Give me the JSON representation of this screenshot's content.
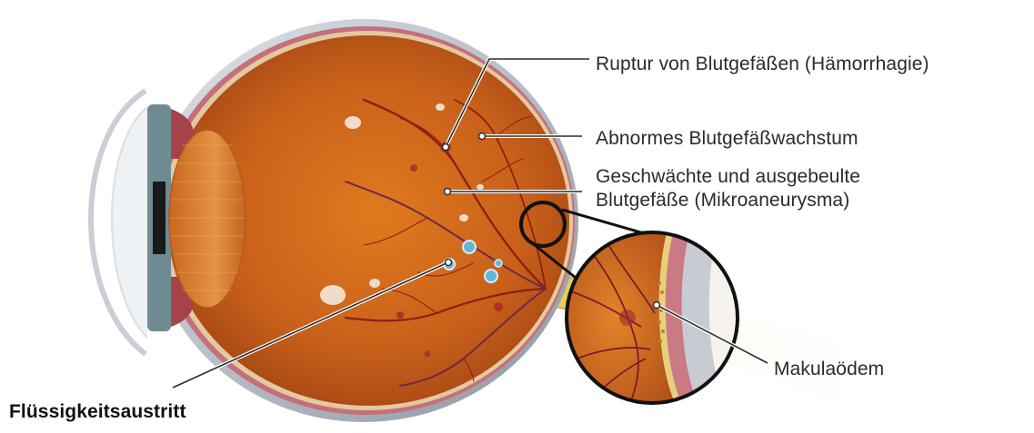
{
  "labels": {
    "ruptur": "Ruptur von Blutgefäßen (Hämorrhagie)",
    "abnormes": "Abnormes Blutgefäßwachstum",
    "geschwaechte_line1": "Geschwächte und ausgebeulte",
    "geschwaechte_line2": "Blutgefäße (Mikroaneurysma)",
    "makulaoedem": "Makulaödem",
    "fluessigkeitsaustritt": "Flüssigkeitsaustritt"
  },
  "colors": {
    "retina_orange": "#d9741c",
    "sclera": "#b9c0c8",
    "vessel_red": "#8e1f16",
    "exudate": "#f1e6d6",
    "fluid_blue": "#67b6d8",
    "optic_nerve": "#f0d85a",
    "label_text": "#2b2b2b"
  }
}
